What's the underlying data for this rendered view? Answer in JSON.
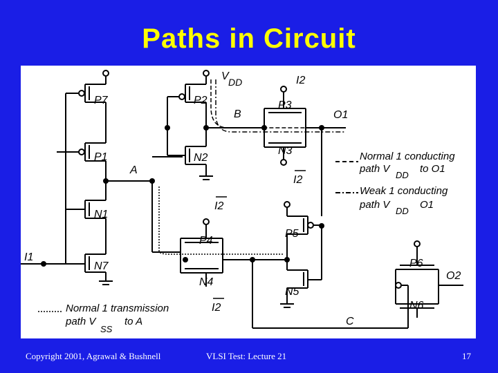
{
  "title": "Paths in Circuit",
  "footer": {
    "left": "Copyright 2001, Agrawal & Bushnell",
    "center": "VLSI Test: Lecture 21",
    "page": "17"
  },
  "diagram": {
    "labels": {
      "p7": "P7",
      "p1": "P1",
      "n1": "N1",
      "n7": "N7",
      "i1": "I1",
      "p2": "P2",
      "n2": "N2",
      "a": "A",
      "b": "B",
      "vdd_v": "V",
      "vdd_sub": "DD",
      "p3": "P3",
      "n3": "N3",
      "i2_top": "I2",
      "o1": "O1",
      "i2_n3": "I2",
      "i2_p4": "I2",
      "i2_n4": "I2",
      "p4": "P4",
      "n4": "N4",
      "p5": "P5",
      "n5": "N5",
      "p6": "P6",
      "n6": "N6",
      "o2": "O2",
      "c": "C"
    },
    "legend": {
      "normal_line1": "Normal 1 conducting",
      "normal_line2_pre": "path V",
      "normal_line2_sub": "DD",
      "normal_line2_post": "to O1",
      "weak_line1": "Weak 1 conducting",
      "weak_line2_pre": "path V",
      "weak_line2_sub": "DD",
      "weak_line2_post": "O1",
      "trans_line1": "Normal 1 transmission",
      "trans_line2_pre": "path V",
      "trans_line2_sub": "SS",
      "trans_line2_post": "to A"
    }
  }
}
